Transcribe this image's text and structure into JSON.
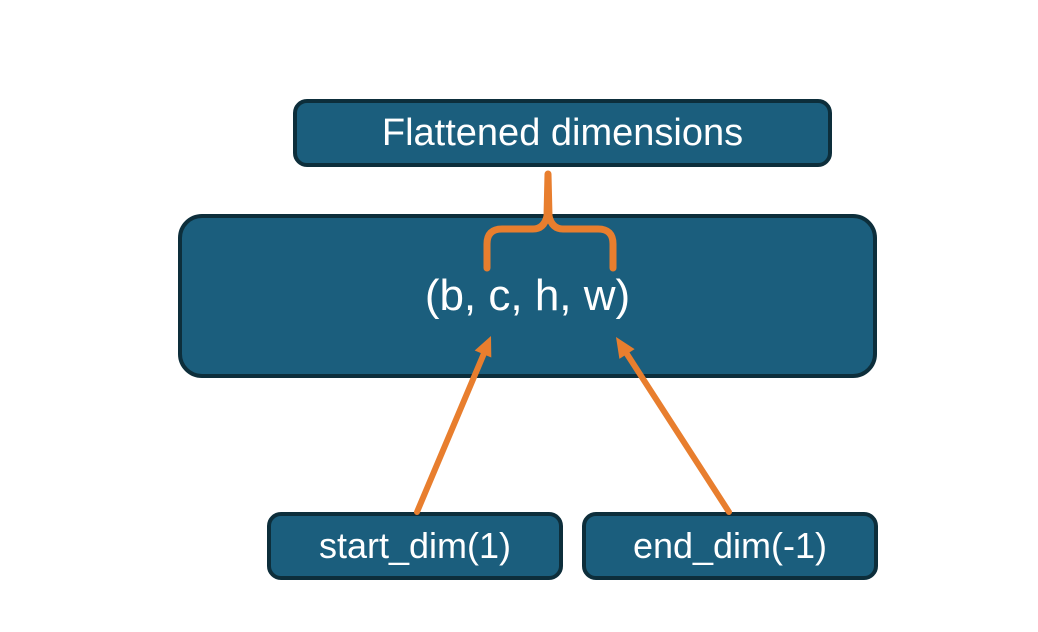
{
  "diagram": {
    "boxes": {
      "flattened": {
        "label": "Flattened dimensions"
      },
      "tensor": {
        "label": "(b, c, h, w)"
      },
      "start_dim": {
        "label": "start_dim(1)"
      },
      "end_dim": {
        "label": "end_dim(-1)"
      }
    },
    "colors": {
      "box_fill": "#1B5E7D",
      "box_border": "#0D2E3B",
      "accent_orange": "#E87E2E",
      "text": "#FFFFFF",
      "background": "#FFFFFF"
    }
  }
}
